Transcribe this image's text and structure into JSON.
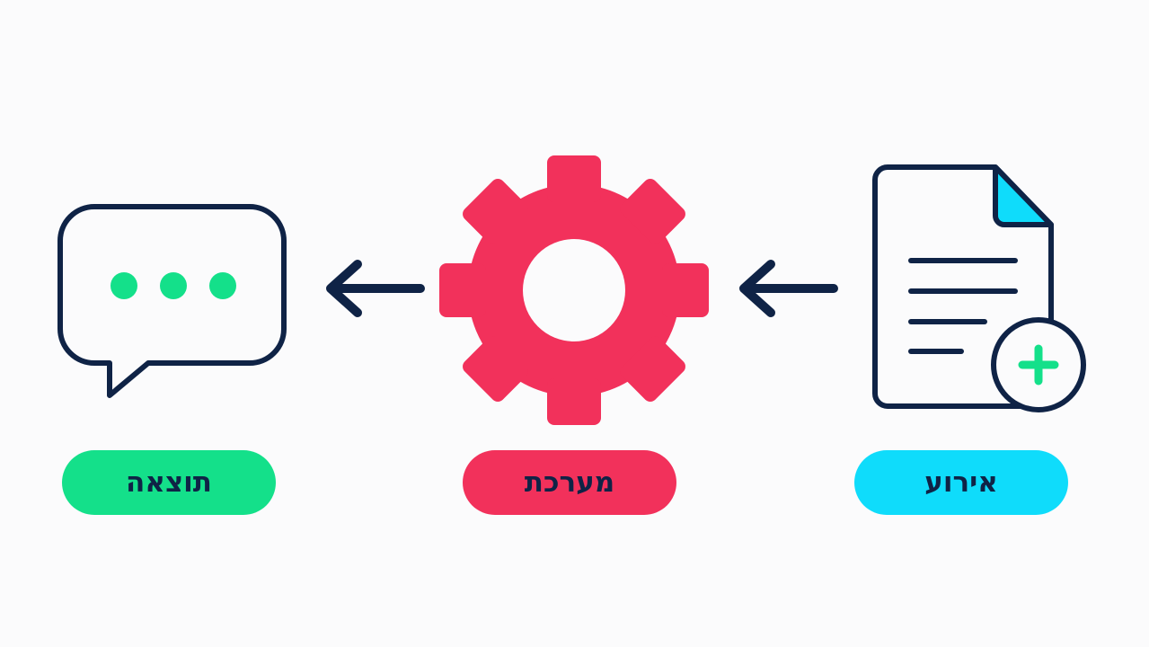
{
  "flow": {
    "steps": [
      {
        "label": "תוצאה",
        "icon": "chat-bubble-icon",
        "color": "#14e08a"
      },
      {
        "label": "מערכת",
        "icon": "gear-icon",
        "color": "#f2315b"
      },
      {
        "label": "אירוע",
        "icon": "document-add-icon",
        "color": "#0fdcfb"
      }
    ]
  },
  "colors": {
    "navy": "#0f2346",
    "green": "#14e08a",
    "red": "#f2315b",
    "cyan": "#0fdcfb",
    "background": "#fbfbfc"
  }
}
